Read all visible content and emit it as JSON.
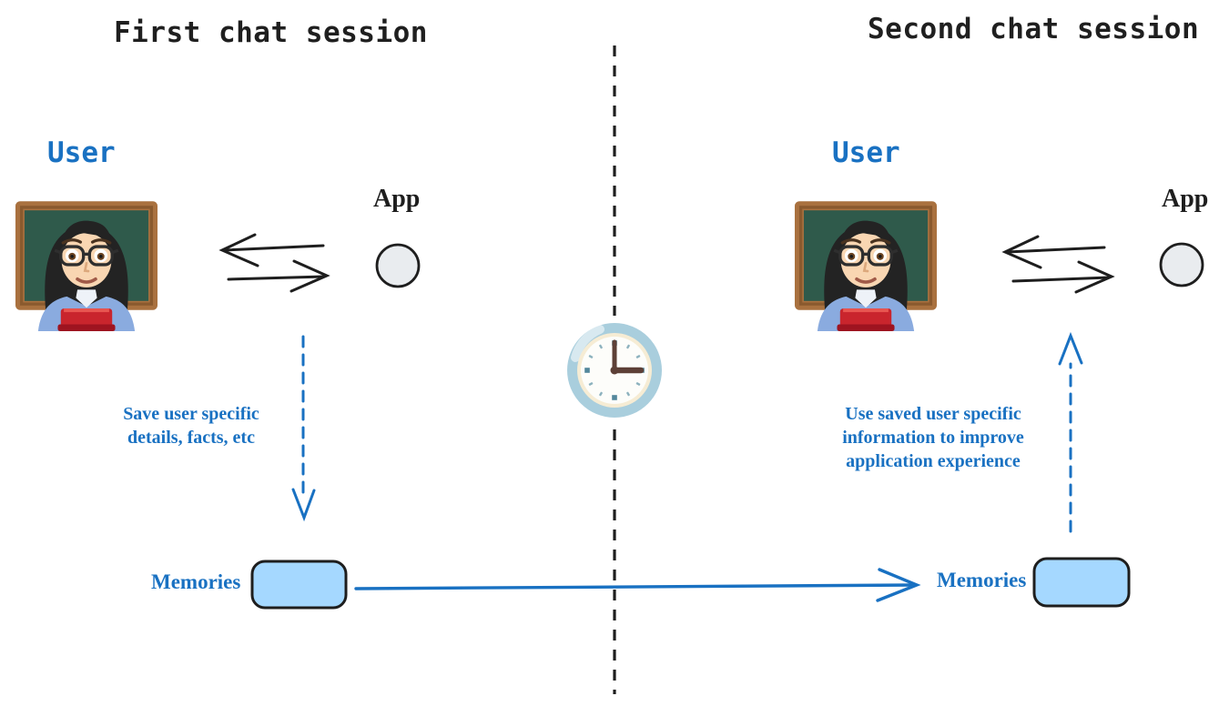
{
  "titles": {
    "first": "First chat session",
    "second": "Second chat session"
  },
  "clock": {
    "icon": "clock-3-oclock-emoji",
    "time_shown": "3:00"
  },
  "left_session": {
    "user_label": "User",
    "user_icon": "woman-teacher-emoji",
    "app_label": "App",
    "note_lines": [
      "Save user specific",
      "details, facts, etc"
    ],
    "memories_label": "Memories"
  },
  "right_session": {
    "user_label": "User",
    "user_icon": "woman-teacher-emoji",
    "app_label": "App",
    "note_lines": [
      "Use saved user specific",
      "information to improve",
      "application experience"
    ],
    "memories_label": "Memories"
  },
  "colors": {
    "accent_blue": "#1971c2",
    "memories_fill": "#a5d8ff",
    "ink": "#1e1e1e",
    "app_node_fill": "#e9ecef",
    "clock_ring": "#a9cedd",
    "clock_hands": "#5d4037"
  }
}
